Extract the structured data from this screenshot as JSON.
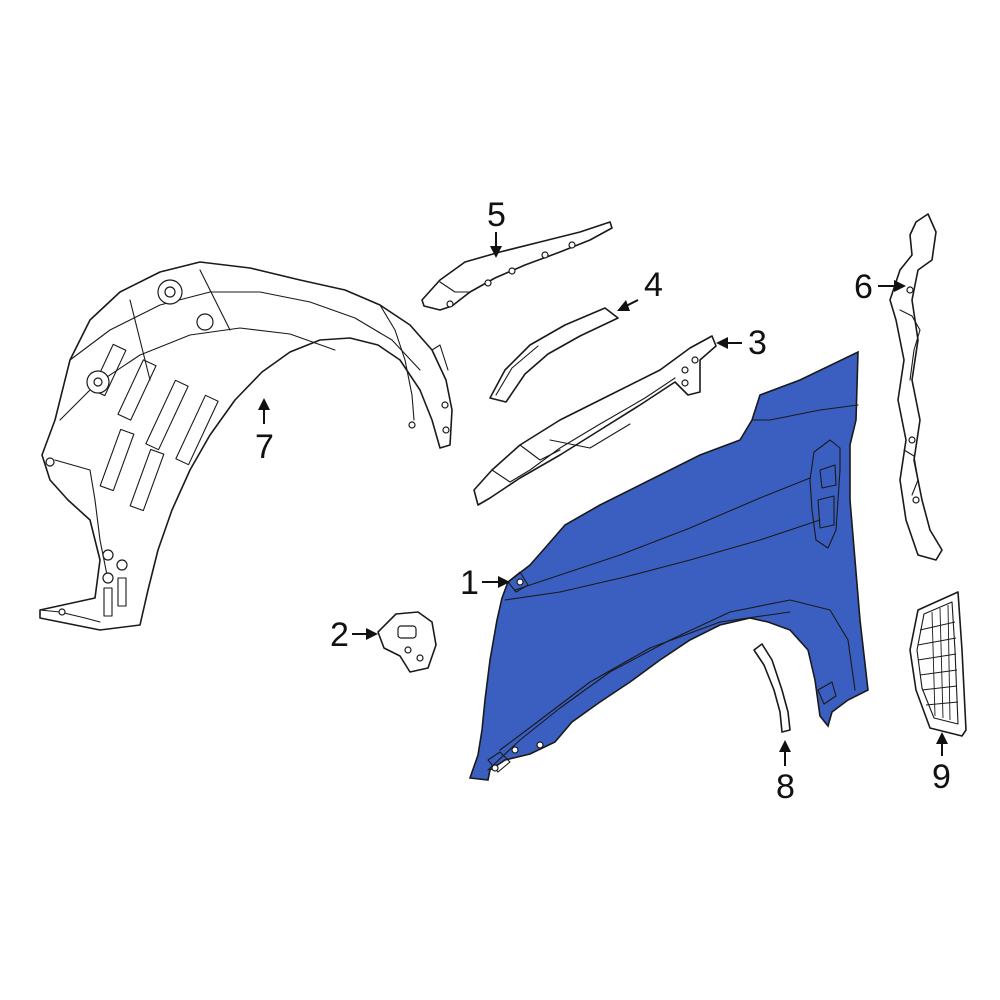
{
  "highlight_color": "#3a5fc1",
  "callouts": {
    "c1": "1",
    "c2": "2",
    "c3": "3",
    "c4": "4",
    "c5": "5",
    "c6": "6",
    "c7": "7",
    "c8": "8",
    "c9": "9"
  }
}
